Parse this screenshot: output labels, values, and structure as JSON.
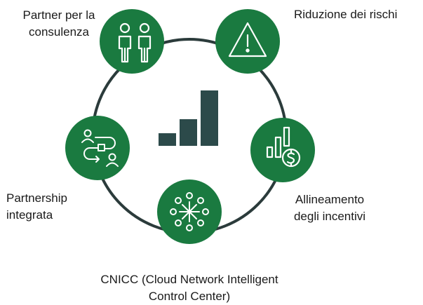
{
  "colors": {
    "ring": "#2b3b3b",
    "node": "#1a7a40",
    "icon": "#ffffff",
    "bars": "#2c4a4a",
    "text": "#1a1a1a"
  },
  "nodes": [
    {
      "id": "partner",
      "icon": "two-people-icon",
      "label_lines": [
        "Partner per la",
        "consulenza"
      ]
    },
    {
      "id": "risk",
      "icon": "warning-triangle-icon",
      "label_lines": [
        "Riduzione dei rischi"
      ]
    },
    {
      "id": "incentives",
      "icon": "chart-dollar-icon",
      "label_lines": [
        "Allineamento",
        "degli incentivi"
      ]
    },
    {
      "id": "cnicc",
      "icon": "network-hub-icon",
      "label_lines": [
        "CNICC (Cloud Network Intelligent",
        "Control Center)"
      ]
    },
    {
      "id": "integrated",
      "icon": "workflow-people-icon",
      "label_lines": [
        "Partnership",
        "integrata"
      ]
    }
  ],
  "center_icon": "bar-chart-icon"
}
